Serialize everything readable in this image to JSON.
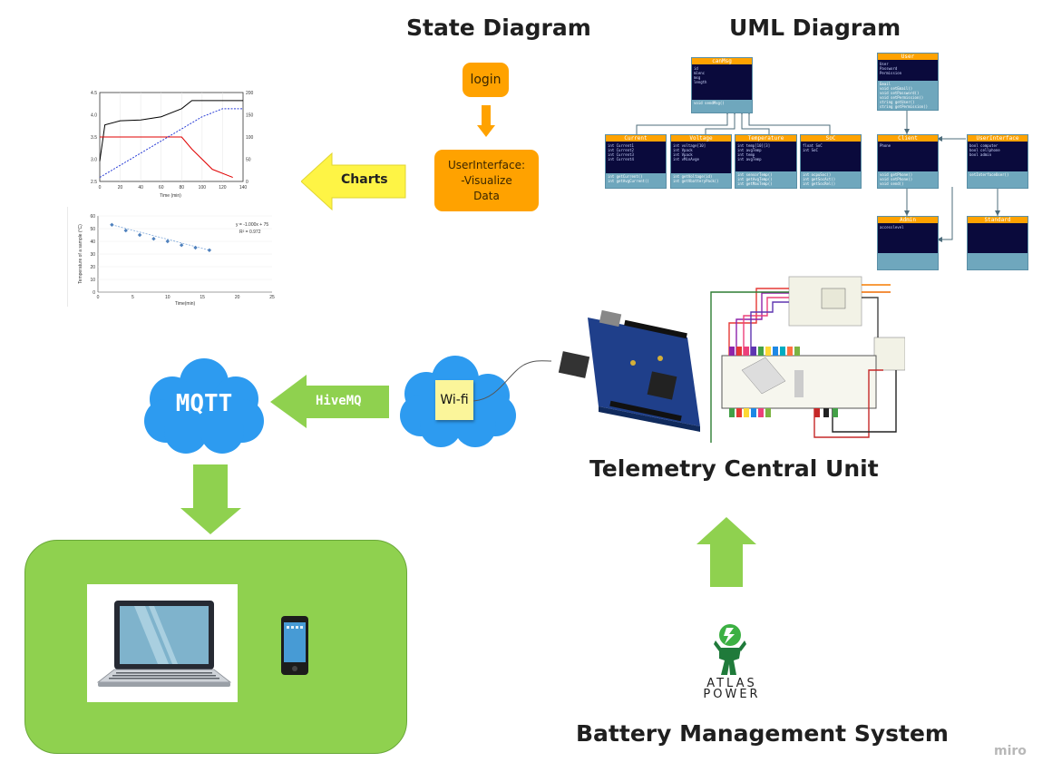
{
  "titles": {
    "state": "State Diagram",
    "uml": "UML Diagram",
    "telemetry": "Telemetry Central Unit",
    "bms": "Battery Management System"
  },
  "state_diagram": {
    "login": "login",
    "ui_line1": "UserInterface:",
    "ui_line2": "-Visualize",
    "ui_line3": "Data"
  },
  "arrows": {
    "charts": "Charts",
    "hivemq": "HiveMQ"
  },
  "clouds": {
    "mqtt": "MQTT",
    "wifi": "Wi-fi"
  },
  "logo": {
    "line1": "ATLAS",
    "line2": "POWER"
  },
  "watermark": "miro",
  "uml_classes": [
    {
      "name": "canMsg",
      "body": "id\nmlenc\nmsg\nlength",
      "foot": "void sendMsg()"
    },
    {
      "name": "Current",
      "body": "int Current1\nint Current2\nint Current3\nint Current4",
      "foot": "int getCurrent()\nint getAvgCurrent()"
    },
    {
      "name": "Voltage",
      "body": "int voltage[10]\nint Vpack\nint Vpack\nint vMinAvge",
      "foot": "int getVoltage(id)\nint getVbatteryPack()"
    },
    {
      "name": "Temperature",
      "body": "int temp[10][3]\nint avgTemp\nint temp\nint avgTemp",
      "foot": "int sensorTemp()\nint getAvgTemp()\nint getMaxTemp()"
    },
    {
      "name": "SoC",
      "body": "float SoC\nint SoC",
      "foot": "int ocpuSoc()\nint getSocAct()\nint getSocRel()"
    },
    {
      "name": "User",
      "body": "User\nPassword\nPermission",
      "foot": "Email\nvoid setEmail()\nvoid setPassword()\nvoid setPermission()\nstring getUser()\nstring getPermission()"
    },
    {
      "name": "Client",
      "body": "Phone",
      "foot": "void getPhone()\nvoid setPhone()\nvoid send()"
    },
    {
      "name": "UserInterface",
      "body": "bool computer\nbool cellphone\nbool admin",
      "foot": "setInterfaceUser()"
    },
    {
      "name": "Admin",
      "body": "accesslevel",
      "foot": ""
    },
    {
      "name": "Standard",
      "body": "",
      "foot": ""
    }
  ],
  "chart_data": [
    {
      "type": "line",
      "title": "",
      "xlabel": "Time (min)",
      "ylabel": "",
      "x_ticks": [
        "0",
        "20",
        "40",
        "60",
        "80",
        "100",
        "120",
        "140"
      ],
      "y_left_ticks": [
        "2.5",
        "3.0",
        "3.5",
        "4.0",
        "4.5"
      ],
      "y_right_ticks": [
        "0",
        "50",
        "100",
        "150",
        "200"
      ],
      "series": [
        {
          "color": "#000000",
          "style": "solid",
          "x": [
            0,
            5,
            20,
            40,
            60,
            80,
            90,
            100,
            120,
            140
          ],
          "y": [
            3.0,
            3.9,
            4.0,
            4.02,
            4.1,
            4.3,
            4.5,
            4.5,
            4.5,
            4.5
          ]
        },
        {
          "color": "#e00000",
          "style": "solid",
          "x": [
            0,
            5,
            40,
            80,
            90,
            110,
            130
          ],
          "y": [
            3.6,
            3.6,
            3.6,
            3.6,
            3.3,
            2.8,
            2.6
          ]
        },
        {
          "color": "#2b3fd6",
          "style": "dashed",
          "x": [
            0,
            20,
            40,
            60,
            80,
            100,
            120,
            140
          ],
          "y": [
            2.6,
            2.9,
            3.2,
            3.5,
            3.8,
            4.1,
            4.3,
            4.3
          ]
        }
      ]
    },
    {
      "type": "scatter",
      "title": "",
      "xlabel": "Time(min)",
      "ylabel": "Temperature of a sample (°C)",
      "x_ticks": [
        "0",
        "5",
        "10",
        "15",
        "20",
        "25"
      ],
      "y_ticks": [
        "0",
        "10",
        "20",
        "30",
        "40",
        "50",
        "60"
      ],
      "xlim": [
        0,
        25
      ],
      "ylim": [
        0,
        60
      ],
      "annotation1": "y = -1.000x + 75",
      "annotation2": "R² = 0.972",
      "x": [
        2,
        4,
        6,
        8,
        10,
        12,
        14,
        16
      ],
      "y": [
        53,
        48.5,
        45,
        42,
        40,
        37,
        35,
        33
      ]
    }
  ],
  "colors": {
    "accent_orange": "#ffa200",
    "green_arrow": "#8fd14f",
    "yellow_arrow": "#fef445",
    "cloud_blue": "#2d9bf0",
    "device_panel": "#8fd14f"
  }
}
